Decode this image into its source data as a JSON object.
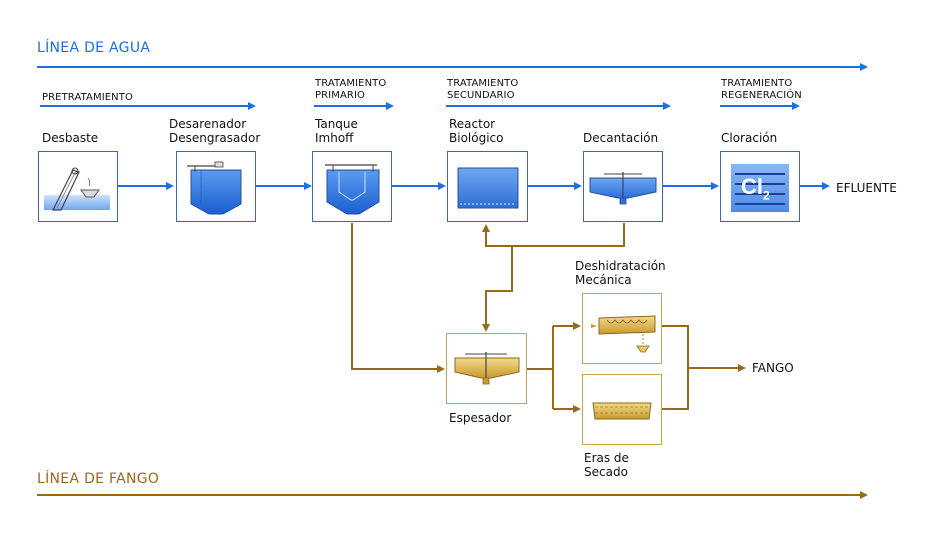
{
  "water_line": {
    "title": "LÍNEA DE AGUA",
    "color": "#1e6fe6"
  },
  "sludge_line": {
    "title": "LÍNEA DE FANGO",
    "color": "#9a6a1c"
  },
  "stages": {
    "pretreatment": "PRETRATAMIENTO",
    "primary": "TRATAMIENTO\nPRIMARIO",
    "secondary": "TRATAMIENTO\nSECUNDARIO",
    "regeneration": "TRATAMIENTO\nREGENERACIÓN"
  },
  "units": {
    "desbaste": "Desbaste",
    "desarenador": "Desarenador\nDesengrasador",
    "tanque": "Tanque\nImhoff",
    "reactor": "Reactor\nBiológico",
    "decantacion": "Decantación",
    "cloracion": "Cloración",
    "espesador": "Espesador",
    "deshidratacion": "Deshidratación\nMecánica",
    "eras": "Eras de\nSecado"
  },
  "outputs": {
    "efluente": "EFLUENTE",
    "fango": "FANGO"
  },
  "chlorine_symbol": {
    "main": "Cl",
    "sub": "2"
  }
}
